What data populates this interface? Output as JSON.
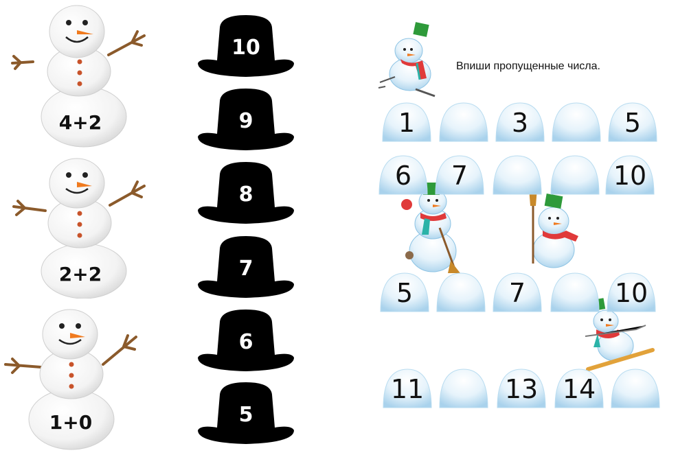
{
  "snowmen": [
    {
      "label": "4+2"
    },
    {
      "label": "2+2"
    },
    {
      "label": "1+0"
    }
  ],
  "hats": [
    {
      "label": "10"
    },
    {
      "label": "9"
    },
    {
      "label": "8"
    },
    {
      "label": "7"
    },
    {
      "label": "6"
    },
    {
      "label": "5"
    }
  ],
  "instruction": "Впиши пропущенные числа.",
  "rows": [
    [
      "1",
      "",
      "3",
      "",
      "5"
    ],
    [
      "6",
      "7",
      "",
      "",
      "10"
    ],
    [
      "5",
      "",
      "7",
      "",
      "10"
    ],
    [
      "11",
      "",
      "13",
      "14",
      ""
    ]
  ],
  "colors": {
    "hat": "#000000",
    "snowball_light": "#ffffff",
    "snowball_blue": "#cfe6f5",
    "scarf_red": "#e03a3a",
    "scarf_teal": "#2bb3a8",
    "bucket_green": "#2e9a3a",
    "carrot": "#f07a1e",
    "branch": "#8b5a2b"
  }
}
